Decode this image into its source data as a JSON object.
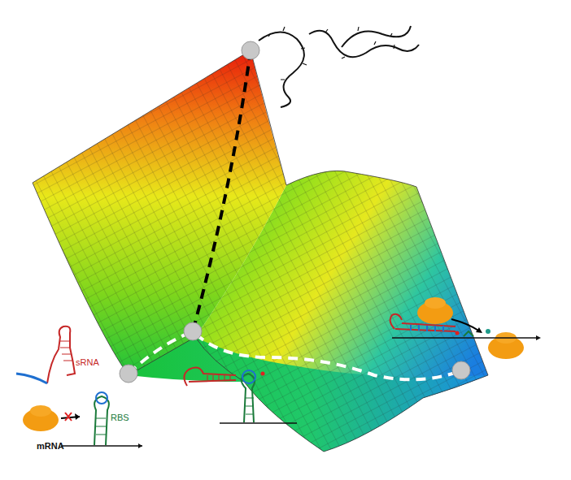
{
  "diagram": {
    "labels": [
      "sRNA",
      "RBS",
      "mRNA"
    ]
  }
}
